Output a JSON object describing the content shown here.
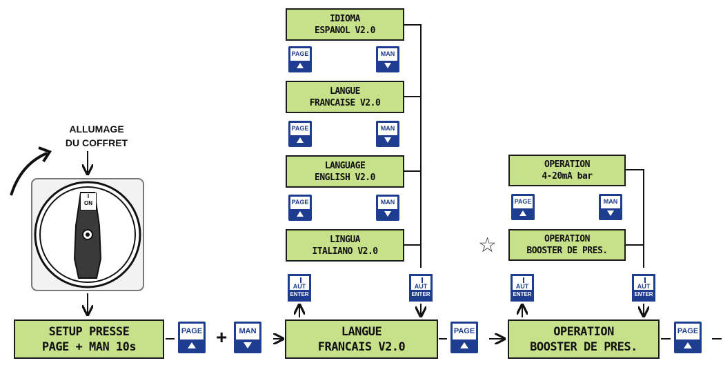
{
  "switch": {
    "heading_line1": "ALLUMAGE",
    "heading_line2": "DU COFFRET",
    "on_label": "ON",
    "on_mark": "I"
  },
  "setup": {
    "line1": "SETUP PRESSE",
    "line2": "PAGE + MAN 10s"
  },
  "menu": [
    {
      "line1": "IDIOMA",
      "line2": "ESPANOL V2.0"
    },
    {
      "line1": "LANGUE",
      "line2": "FRANCAISE V2.0"
    },
    {
      "line1": "LANGUAGE",
      "line2": "ENGLISH V2.0"
    },
    {
      "line1": "LINGUA",
      "line2": "ITALIANO V2.0"
    }
  ],
  "langue": {
    "line1": "LANGUE",
    "line2": "FRANCAIS V2.0"
  },
  "operation_menu": [
    {
      "line1": "OPERATION",
      "line2": "4-20mA bar"
    },
    {
      "line1": "OPERATION",
      "line2": "BOOSTER DE PRES."
    }
  ],
  "operation": {
    "line1": "OPERATION",
    "line2": "BOOSTER DE PRES."
  },
  "buttons": {
    "page": "PAGE",
    "man": "MAN",
    "aut": "AUT",
    "enter": "ENTER"
  },
  "symbols": {
    "plus": "+",
    "star": "☆"
  }
}
